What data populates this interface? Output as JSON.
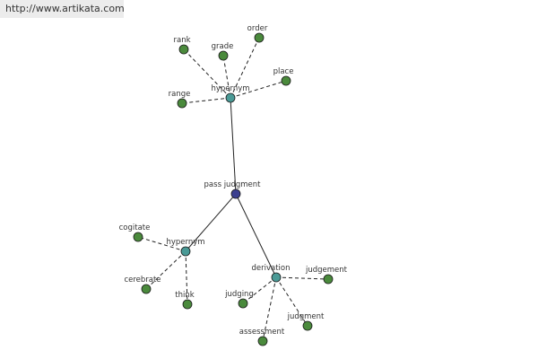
{
  "source_url": "http://www.artikata.com",
  "colors": {
    "center_node": "#3b3f8f",
    "relation_node": "#4a9a96",
    "leaf_node": "#4a8a3c",
    "edge": "#222222",
    "text": "#333333"
  },
  "graph": {
    "center": {
      "id": "pass_judgment",
      "label": "pass judgment"
    },
    "groups": [
      {
        "id": "hypernym_top",
        "label": "hypernym",
        "words": [
          {
            "id": "rank",
            "label": "rank"
          },
          {
            "id": "grade",
            "label": "grade"
          },
          {
            "id": "order",
            "label": "order"
          },
          {
            "id": "place",
            "label": "place"
          },
          {
            "id": "range",
            "label": "range"
          }
        ]
      },
      {
        "id": "hypernym_bottom",
        "label": "hypernym",
        "words": [
          {
            "id": "cogitate",
            "label": "cogitate"
          },
          {
            "id": "cerebrate",
            "label": "cerebrate"
          },
          {
            "id": "think",
            "label": "think"
          }
        ]
      },
      {
        "id": "derivation",
        "label": "derivation",
        "words": [
          {
            "id": "judgement",
            "label": "judgement"
          },
          {
            "id": "judging",
            "label": "judging"
          },
          {
            "id": "judgment",
            "label": "judgment"
          },
          {
            "id": "assessment",
            "label": "assessment"
          }
        ]
      }
    ]
  }
}
